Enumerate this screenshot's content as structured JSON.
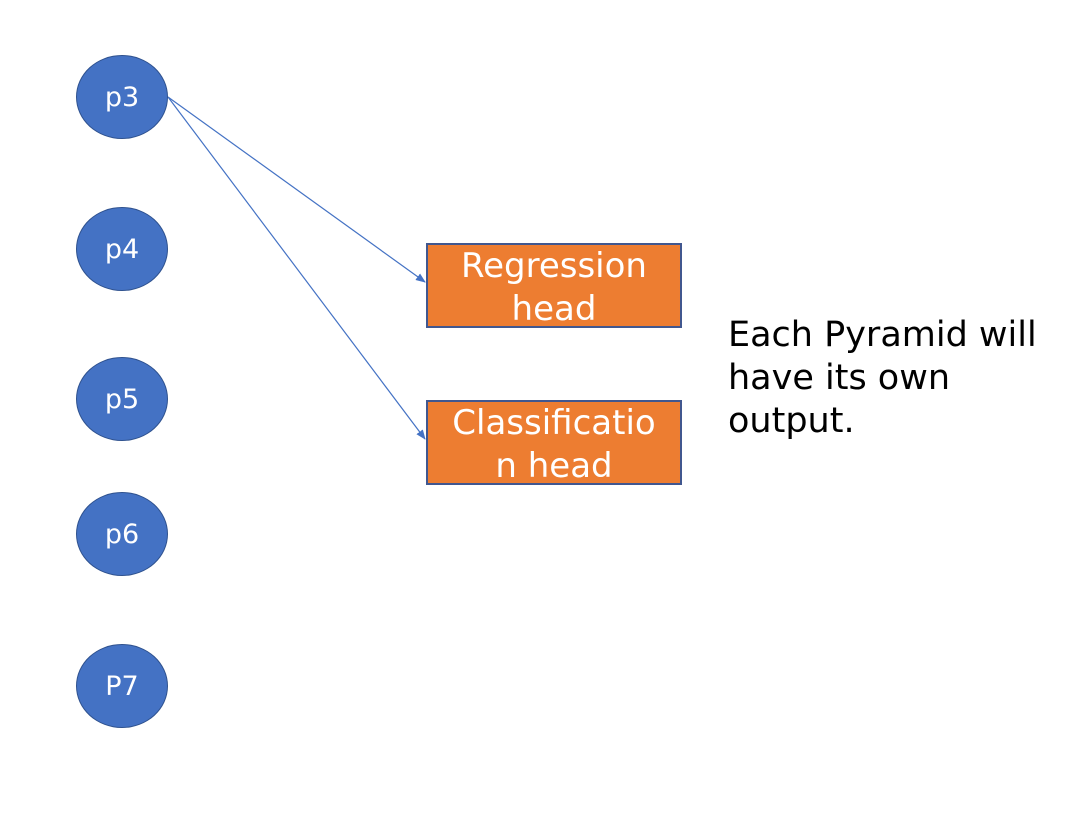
{
  "colors": {
    "node_fill": "#4472c4",
    "node_border": "#2f528f",
    "head_fill": "#ed7d31",
    "head_border": "#41578f",
    "arrow": "#4472c4"
  },
  "nodes": [
    {
      "label": "p3"
    },
    {
      "label": "p4"
    },
    {
      "label": "p5"
    },
    {
      "label": "p6"
    },
    {
      "label": "P7"
    }
  ],
  "heads": {
    "regression": {
      "line1": "Regression",
      "line2": "head"
    },
    "classification": {
      "line1": "Classificatio",
      "line2": "n head"
    }
  },
  "note": {
    "line1": "Each Pyramid will",
    "line2": "have its own",
    "line3": "output."
  },
  "connections": [
    {
      "from": "p3",
      "to": "Regression head"
    },
    {
      "from": "p3",
      "to": "Classification head"
    }
  ]
}
